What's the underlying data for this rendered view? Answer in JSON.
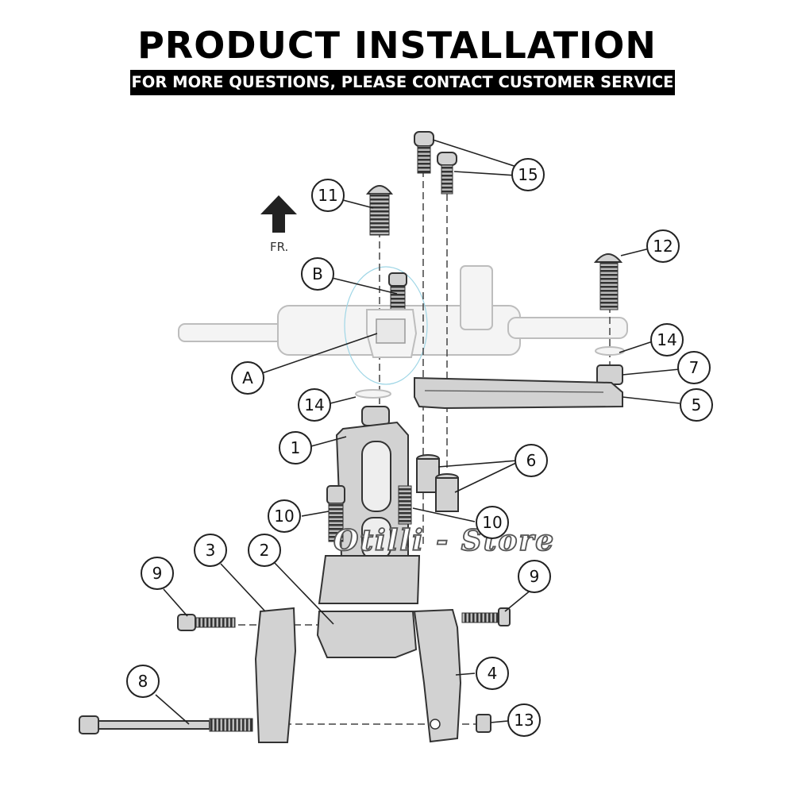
{
  "header": {
    "title": "PRODUCT INSTALLATION",
    "subtitle": "FOR MORE QUESTIONS, PLEASE CONTACT CUSTOMER SERVICE"
  },
  "direction_label": "FR.",
  "watermark": "Otilli - Store",
  "callouts": {
    "c1": "1",
    "c2": "2",
    "c3": "3",
    "c4": "4",
    "c5": "5",
    "c6": "6",
    "c7": "7",
    "c8": "8",
    "c9a": "9",
    "c9b": "9",
    "c10a": "10",
    "c10b": "10",
    "c11": "11",
    "c12": "12",
    "c13": "13",
    "c14a": "14",
    "c14b": "14",
    "c15": "15",
    "cA": "A",
    "cB": "B"
  },
  "colors": {
    "background": "#ffffff",
    "bar": "#000000",
    "line": "#222222"
  }
}
